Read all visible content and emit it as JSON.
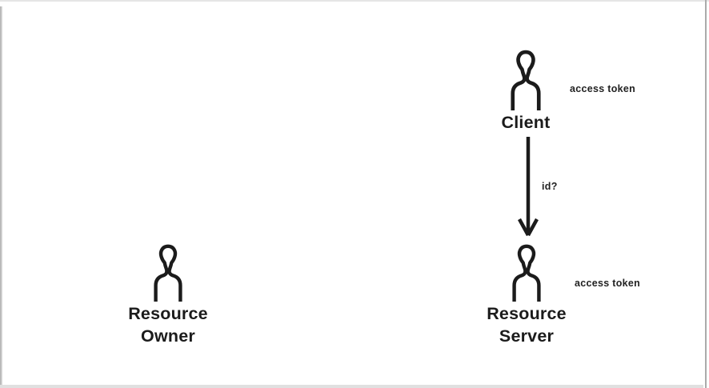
{
  "canvas": {
    "background": "#ffffff",
    "ink": "#1b1b1b",
    "edge_gray": "#ababab"
  },
  "actors": {
    "client": {
      "label": "Client",
      "annotation": "access token"
    },
    "resource_server": {
      "label": "Resource\nServer",
      "annotation": "access token"
    },
    "resource_owner": {
      "label": "Resource\nOwner"
    }
  },
  "arrow": {
    "label": "id?",
    "direction": "down",
    "from": "client",
    "to": "resource_server"
  }
}
